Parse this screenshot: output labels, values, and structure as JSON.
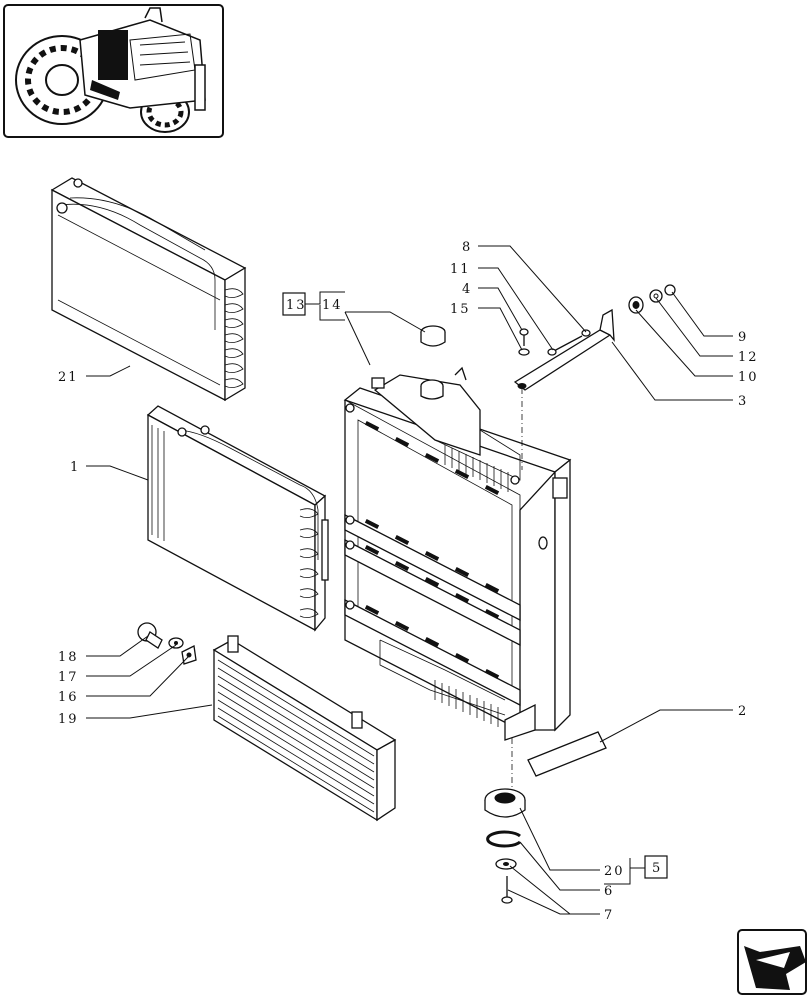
{
  "callouts": {
    "c1": "1",
    "c2": "2",
    "c3": "3",
    "c4": "4",
    "c6": "6",
    "c7": "7",
    "c8": "8",
    "c9": "9",
    "c10": "10",
    "c11": "11",
    "c12": "12",
    "c15": "15",
    "c16": "16",
    "c17": "17",
    "c18": "18",
    "c19": "19",
    "c20": "20",
    "c21": "21",
    "box13": "13",
    "box14": "14",
    "box5": "5"
  },
  "icons": {
    "thumbnail": "tractor-thumbnail-icon",
    "nav": "next-page-arrow-icon"
  }
}
